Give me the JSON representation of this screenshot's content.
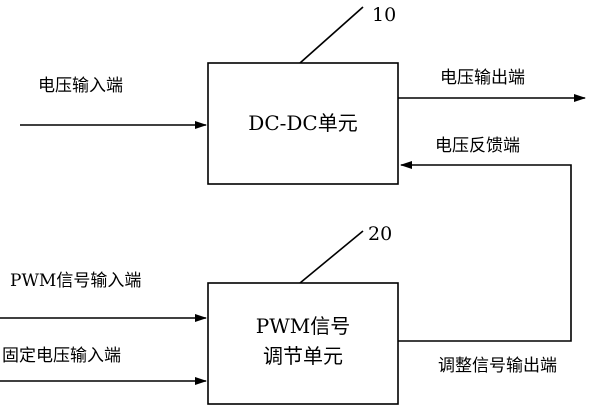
{
  "blocks": {
    "dcdc": {
      "label": "DC-DC单元",
      "ref": "10"
    },
    "pwm": {
      "label_line1": "PWM信号",
      "label_line2": "调节单元",
      "ref": "20"
    }
  },
  "ports": {
    "voltage_input": "电压输入端",
    "voltage_output": "电压输出端",
    "voltage_feedback": "电压反馈端",
    "pwm_signal_input": "PWM信号输入端",
    "fixed_voltage_input": "固定电压输入端",
    "adjust_signal_output": "调整信号输出端"
  },
  "colors": {
    "line": "#000000",
    "background": "#ffffff"
  }
}
